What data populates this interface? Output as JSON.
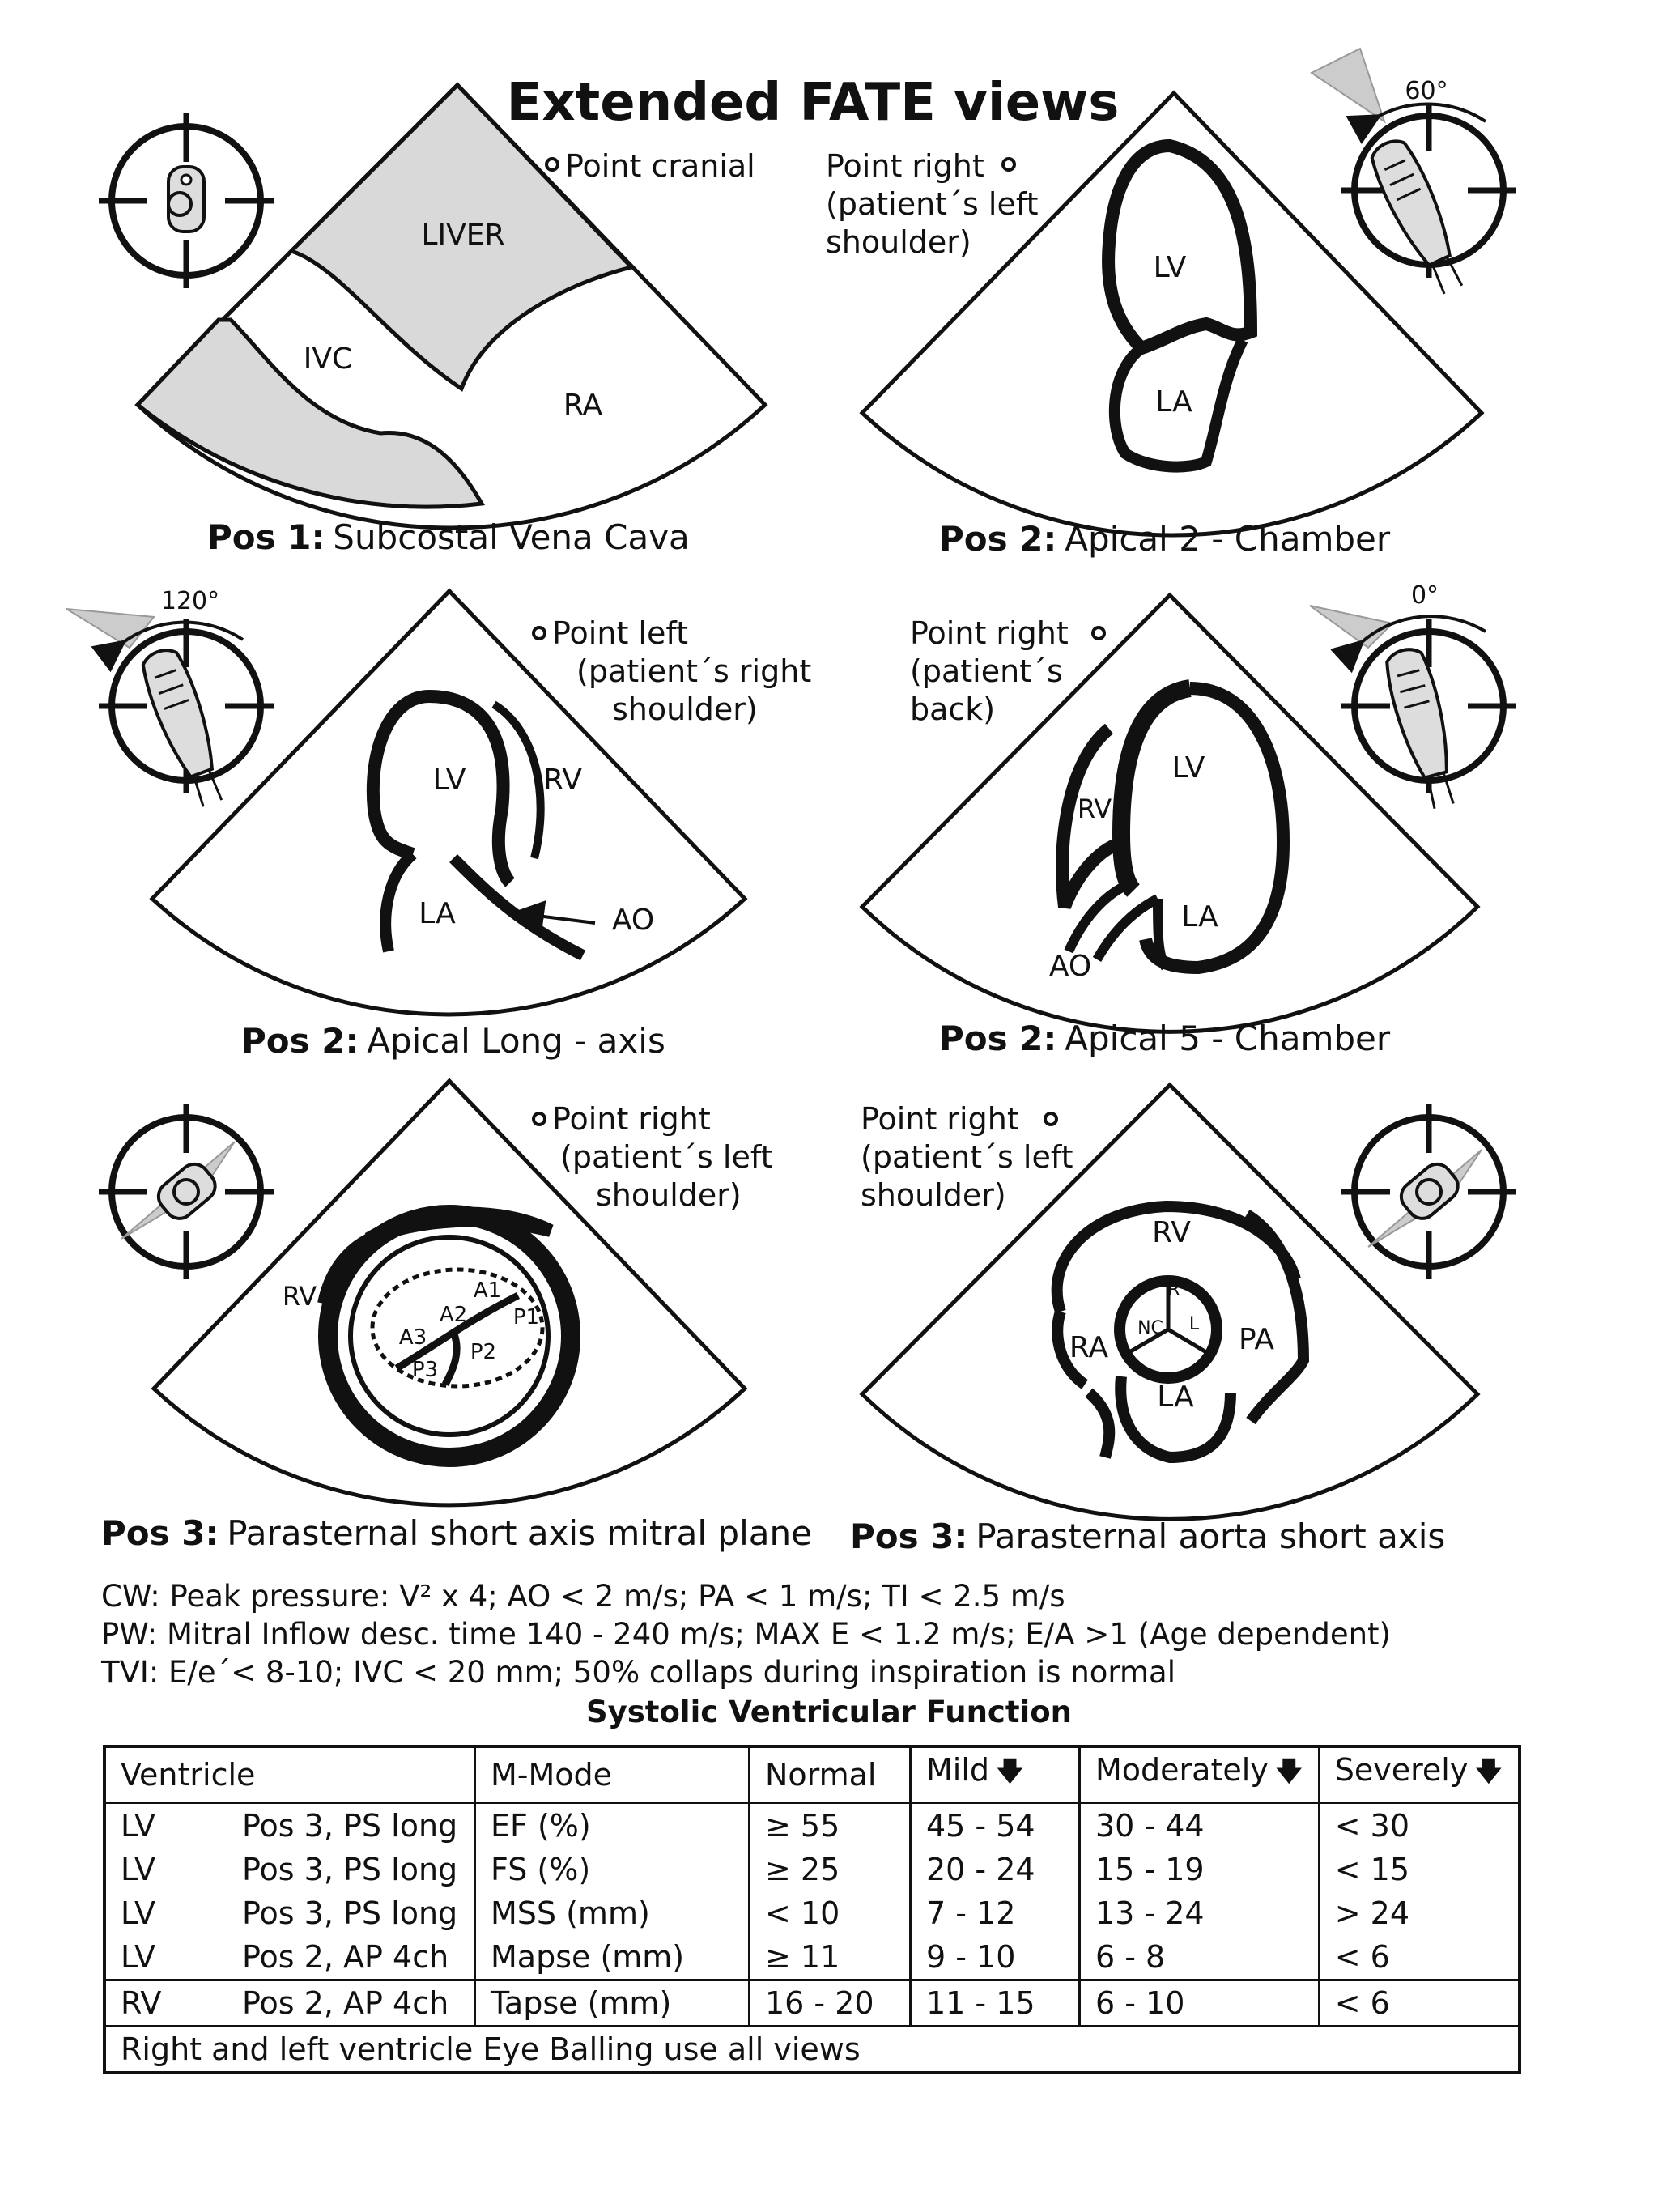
{
  "title": "Extended FATE views",
  "views": [
    {
      "pos": "Pos 1:",
      "name": "Subcostal Vena Cava",
      "note_lines": [
        "Point cranial"
      ],
      "labels": {
        "liver": "LIVER",
        "ivc": "IVC",
        "ra": "RA"
      }
    },
    {
      "pos": "Pos 2:",
      "name": "Apical 2 - Chamber",
      "note_lines": [
        "Point right",
        "(patient´s left",
        "shoulder)"
      ],
      "angle": "60°",
      "labels": {
        "lv": "LV",
        "la": "LA"
      }
    },
    {
      "pos": "Pos 2:",
      "name": "Apical Long - axis",
      "note_lines": [
        "Point left",
        "(patient´s right",
        "shoulder)"
      ],
      "angle": "120°",
      "labels": {
        "lv": "LV",
        "rv": "RV",
        "la": "LA",
        "ao": "AO"
      }
    },
    {
      "pos": "Pos 2:",
      "name": "Apical 5 - Chamber",
      "note_lines": [
        "Point right",
        "(patient´s",
        "back)"
      ],
      "angle": "0°",
      "labels": {
        "lv": "LV",
        "rv": "RV",
        "la": "LA",
        "ao": "AO"
      }
    },
    {
      "pos": "Pos 3:",
      "name": "Parasternal short axis mitral plane",
      "note_lines": [
        "Point right",
        "(patient´s left",
        "shoulder)"
      ],
      "labels": {
        "rv": "RV",
        "a1": "A1",
        "a2": "A2",
        "a3": "A3",
        "p1": "P1",
        "p2": "P2",
        "p3": "P3"
      }
    },
    {
      "pos": "Pos 3:",
      "name": "Parasternal aorta short axis",
      "note_lines": [
        "Point right",
        "(patient´s left",
        "shoulder)"
      ],
      "labels": {
        "rv": "RV",
        "ra": "RA",
        "pa": "PA",
        "la": "LA",
        "r": "R",
        "l": "L",
        "nc": "NC"
      }
    }
  ],
  "notes": [
    "CW: Peak pressure: V² x 4; AO < 2 m/s; PA < 1 m/s; TI < 2.5 m/s",
    "PW: Mitral Inflow desc. time 140 - 240 m/s; MAX E < 1.2 m/s; E/A >1 (Age dependent)",
    "TVI: E/e´< 8-10; IVC < 20 mm; 50% collaps during inspiration is normal"
  ],
  "table": {
    "title": "Systolic Ventricular Function",
    "headers": [
      "Ventricle",
      "M-Mode",
      "Normal",
      "Mild",
      "Moderately",
      "Severely"
    ],
    "down_arrow": "🡇",
    "rows": [
      [
        "LV",
        "Pos 3, PS long",
        "EF (%)",
        "≥ 55",
        "45 - 54",
        "30 - 44",
        "< 30"
      ],
      [
        "LV",
        "Pos 3, PS long",
        "FS (%)",
        "≥ 25",
        "20 - 24",
        "15 - 19",
        "< 15"
      ],
      [
        "LV",
        "Pos 3, PS long",
        "MSS (mm)",
        "< 10",
        "7 - 12",
        "13 - 24",
        "> 24"
      ],
      [
        "LV",
        "Pos 2, AP 4ch",
        "Mapse (mm)",
        "≥ 11",
        "9 - 10",
        "6 - 8",
        "< 6"
      ],
      [
        "RV",
        "Pos 2, AP 4ch",
        "Tapse (mm)",
        "16 - 20",
        "11 - 15",
        "6 - 10",
        "< 6"
      ]
    ],
    "footer": "Right and left ventricle Eye Balling use all views"
  }
}
